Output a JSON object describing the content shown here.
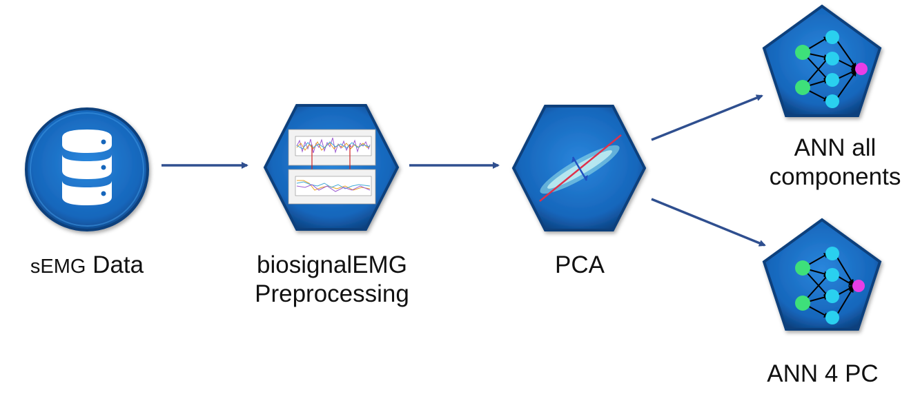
{
  "nodes": {
    "semg": {
      "label_small": "sEMG",
      "label_big": "Data",
      "icon": "database-icon"
    },
    "preprocessing": {
      "line1": "biosignalEMG",
      "line2": "Preprocessing",
      "icon": "signal-plot-icon"
    },
    "pca": {
      "label": "PCA",
      "icon": "scatter-pca-icon"
    },
    "ann_all": {
      "line1": "ANN all",
      "line2": "components",
      "icon": "neural-network-icon"
    },
    "ann_4pc": {
      "label": "ANN 4 PC",
      "icon": "neural-network-icon"
    }
  },
  "colors": {
    "node_fill": "#1c6fc4",
    "node_dark": "#0d3f7c",
    "arrow": "#2f4f8f",
    "input_neuron": "#3ee07a",
    "hidden_neuron": "#2ad0ef",
    "output_neuron": "#e83ee6"
  }
}
